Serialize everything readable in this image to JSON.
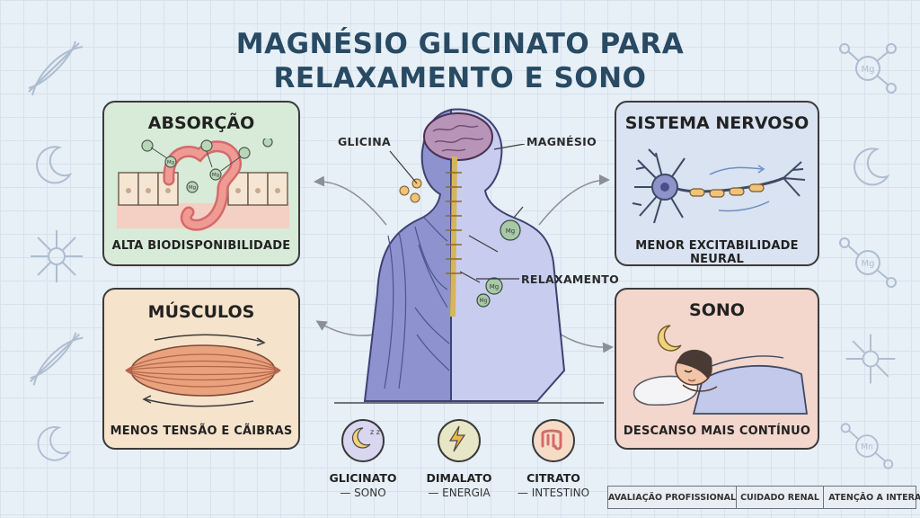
{
  "title_line1": "MAGNÉSIO GLICINATO PARA",
  "title_line2": "RELAXAMENTO E SONO",
  "panels": {
    "absorcao": {
      "title": "ABSORÇÃO",
      "label": "ALTA BIODISPONIBILIDADE",
      "mg_label": "Mg",
      "color": "#d8ead8"
    },
    "musculos": {
      "title": "MÚSCULOS",
      "label": "MENOS TENSÃO E CÃIBRAS",
      "color": "#f6e3cb"
    },
    "sistema_nervoso": {
      "title": "SISTEMA NERVOSO",
      "label": "MENOR EXCITABILIDADE NEURAL",
      "color": "#d9e3f1"
    },
    "sono": {
      "title": "SONO",
      "label": "DESCANSO MAIS CONTÍNUO",
      "color": "#f3d6cc"
    }
  },
  "body_labels": {
    "glicina": "GLICINA",
    "magnesio": "MAGNÉSIO",
    "relaxamento": "RELAXAMENTO",
    "mg": "Mg"
  },
  "types": [
    {
      "name": "GLICINATO",
      "desc": "— SONO",
      "icon": "moon-zz-icon",
      "zz": "z z",
      "color": "#d9d6ef"
    },
    {
      "name": "DIMALATO",
      "desc": "— ENERGIA",
      "icon": "lightning-icon",
      "color": "#e7e6c6"
    },
    {
      "name": "CITRATO",
      "desc": "— INTESTINO",
      "icon": "intestine-icon",
      "color": "#f6dcc7"
    }
  ],
  "tags": [
    "AVALIAÇÃO PROFISSIONAL",
    "CUIDADO RENAL",
    "ATENÇÃO A INTERAÇÕES"
  ],
  "deco": {
    "mg": "Mg",
    "mn": "Mn"
  }
}
